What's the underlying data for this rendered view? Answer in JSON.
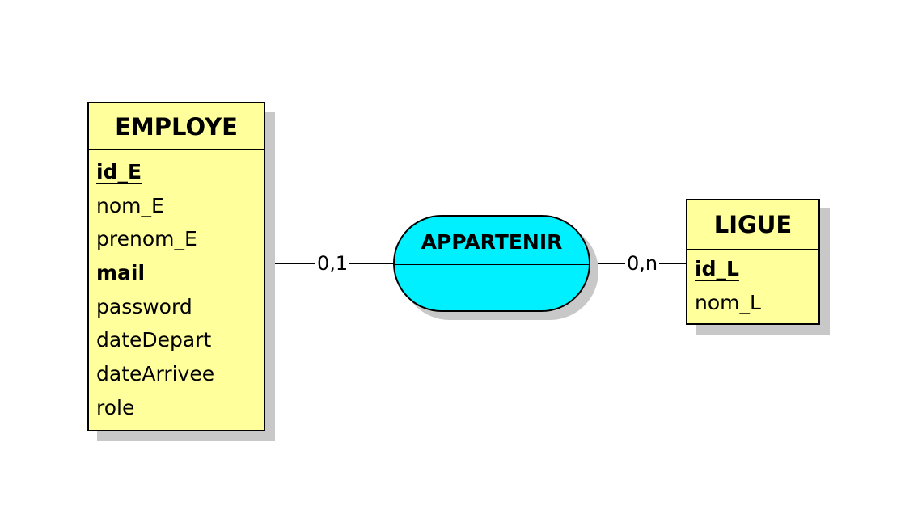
{
  "entities": {
    "employe": {
      "name": "EMPLOYE",
      "attributes": [
        "id_E",
        "nom_E",
        "prenom_E",
        "mail",
        "password",
        "dateDepart",
        "dateArrivee",
        "role"
      ]
    },
    "ligue": {
      "name": "LIGUE",
      "attributes": [
        "id_L",
        "nom_L"
      ]
    }
  },
  "relation": {
    "name": "APPARTENIR"
  },
  "cardinalities": {
    "employe_side": "0,1",
    "ligue_side": "0,n"
  },
  "colors": {
    "entity_fill": "#ffff9c",
    "relation_fill": "#00f0ff"
  }
}
